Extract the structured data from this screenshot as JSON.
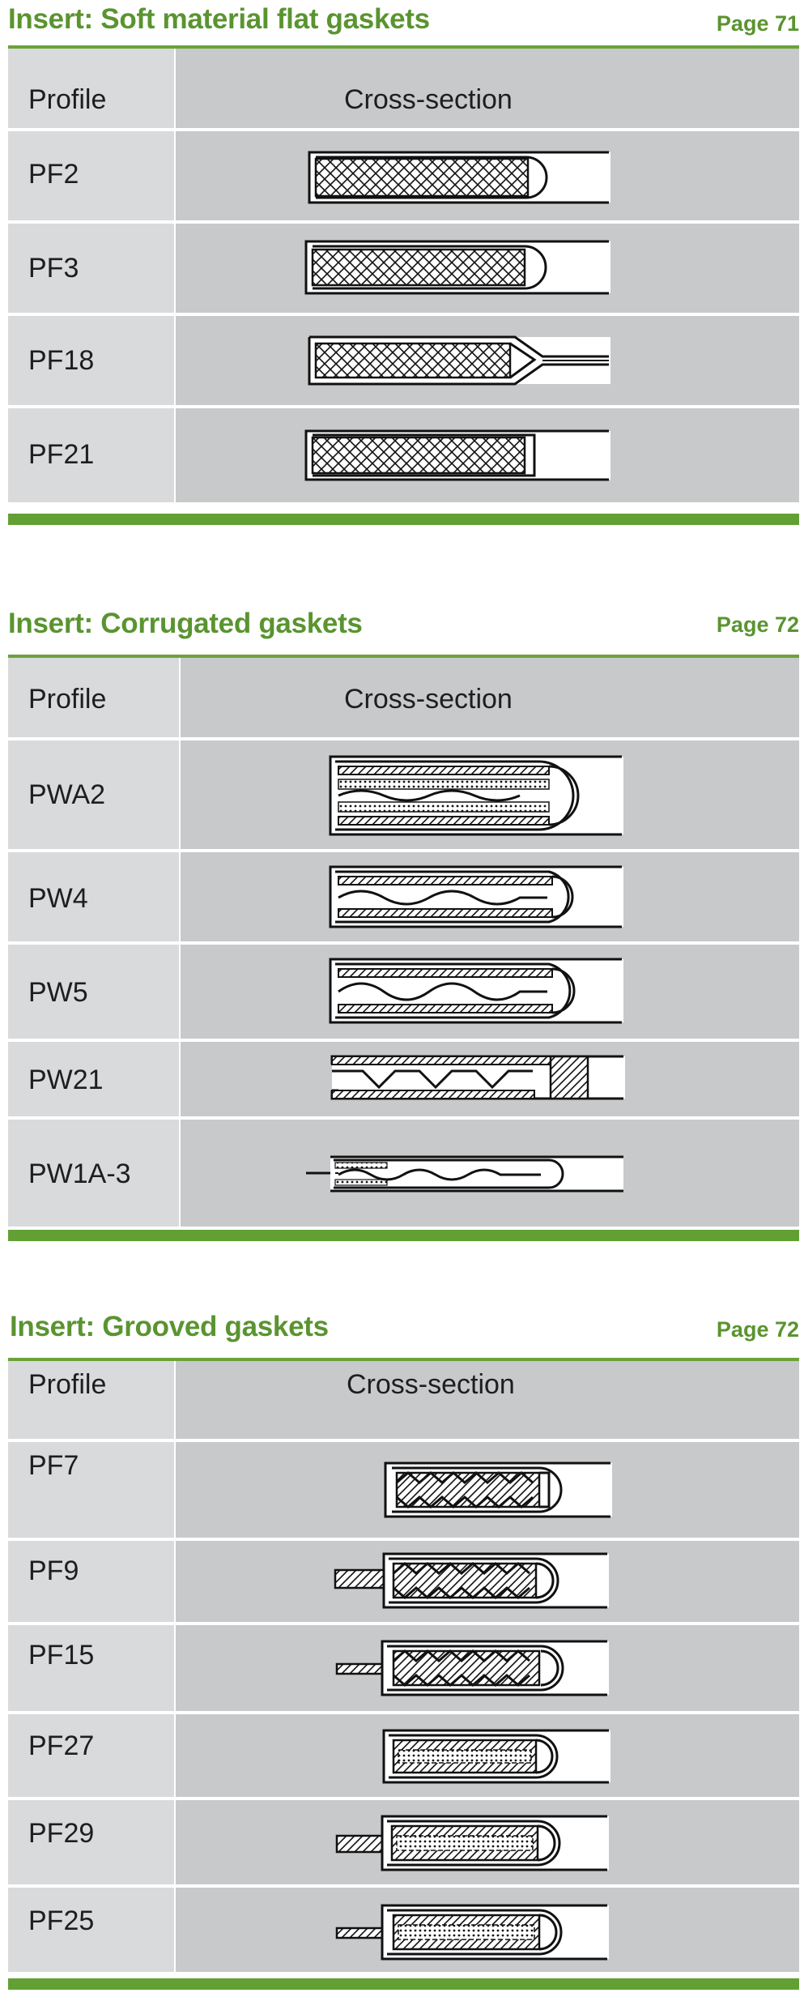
{
  "sections": [
    {
      "title": "Insert: Soft material flat gaskets",
      "page": "Page 71",
      "profile_header": "Profile",
      "cross_section_header": "Cross-section",
      "rows": [
        "PF2",
        "PF3",
        "PF18",
        "PF21"
      ]
    },
    {
      "title": "Insert: Corrugated gaskets",
      "page": "Page 72",
      "profile_header": "Profile",
      "cross_section_header": "Cross-section",
      "rows": [
        "PWA2",
        "PW4",
        "PW5",
        "PW21",
        "PW1A-3"
      ]
    },
    {
      "title": "Insert: Grooved gaskets",
      "page": "Page 72",
      "profile_header": "Profile",
      "cross_section_header": "Cross-section",
      "rows": [
        "PF7",
        "PF9",
        "PF15",
        "PF27",
        "PF29",
        "PF25"
      ]
    }
  ],
  "colors": {
    "accent": "#5a9430",
    "cell_left": "#d9dadb",
    "cell_right": "#c8c9ca"
  }
}
